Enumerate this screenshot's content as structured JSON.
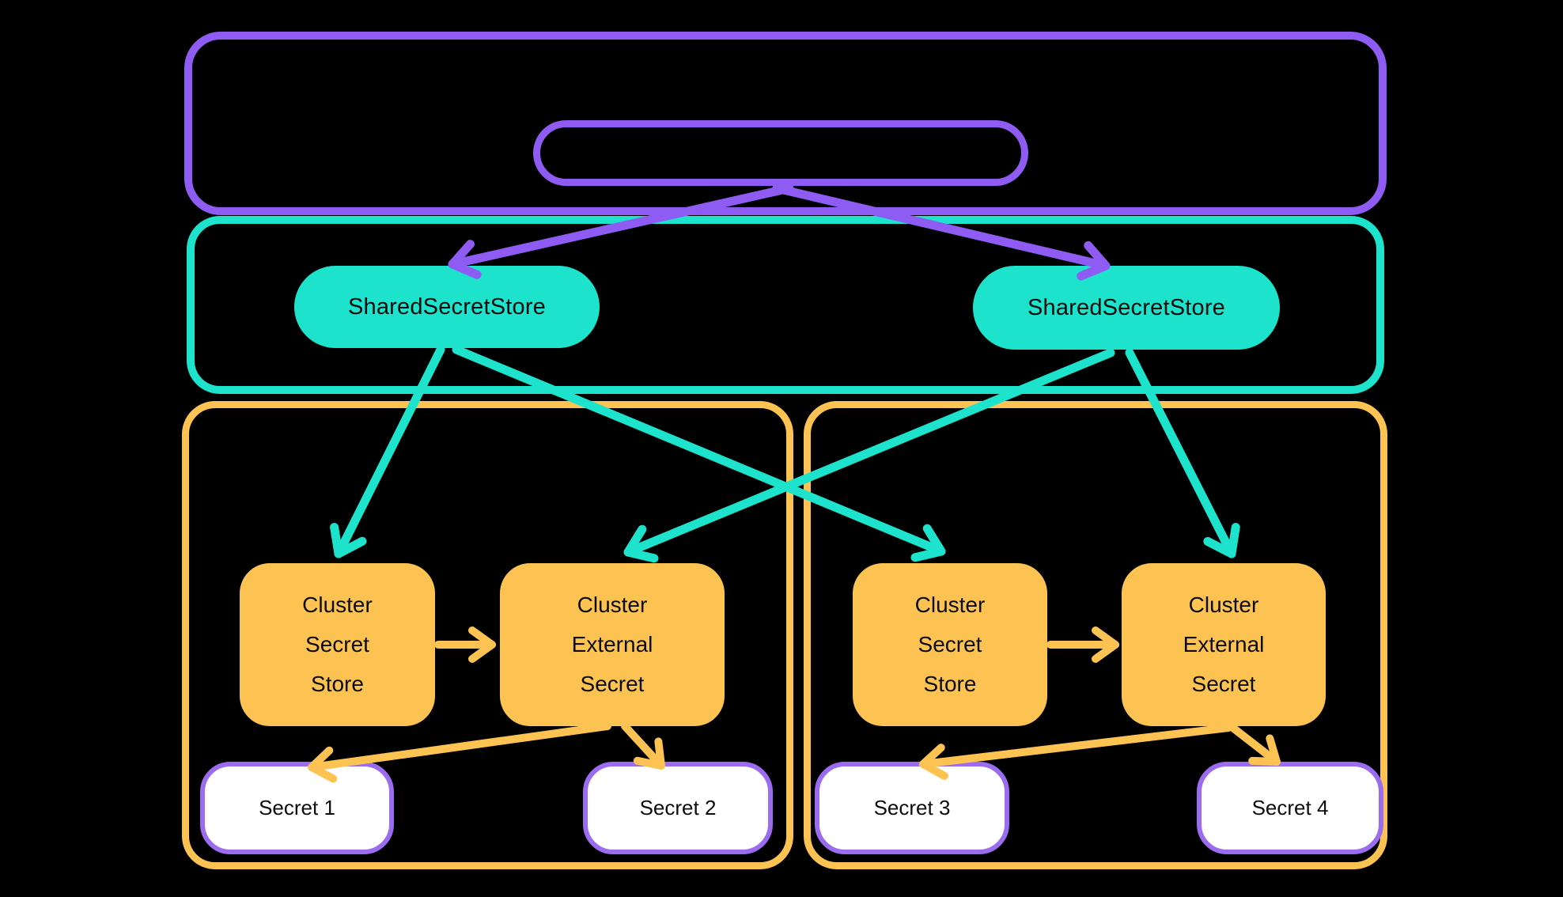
{
  "diagram": {
    "background": "#000000",
    "colors": {
      "purple": "#8F5CF3",
      "purple_light": "#9B6CEF",
      "teal": "#1DE3CD",
      "yellow": "#FCC353",
      "ink": "#0C0C0C",
      "secret_fill": "#FFFFFF"
    },
    "nodes": {
      "shared_store_left": {
        "label": "SharedSecretStore"
      },
      "shared_store_right": {
        "label": "SharedSecretStore"
      },
      "cluster_secret_store_left": {
        "lines": [
          "Cluster",
          "Secret",
          "Store"
        ]
      },
      "cluster_external_secret_left": {
        "lines": [
          "Cluster",
          "External",
          "Secret"
        ]
      },
      "cluster_secret_store_right": {
        "lines": [
          "Cluster",
          "Secret",
          "Store"
        ]
      },
      "cluster_external_secret_right": {
        "lines": [
          "Cluster",
          "External",
          "Secret"
        ]
      },
      "secret1": {
        "label": "Secret 1"
      },
      "secret2": {
        "label": "Secret 2"
      },
      "secret3": {
        "label": "Secret 3"
      },
      "secret4": {
        "label": "Secret 4"
      }
    },
    "edges": [
      {
        "from": "controller-pill",
        "to": "shared_store_left",
        "color": "purple"
      },
      {
        "from": "controller-pill",
        "to": "shared_store_right",
        "color": "purple"
      },
      {
        "from": "shared_store_left",
        "to": "cluster_secret_store_left",
        "color": "teal"
      },
      {
        "from": "shared_store_left",
        "to": "cluster_secret_store_right",
        "color": "teal"
      },
      {
        "from": "shared_store_right",
        "to": "cluster_external_secret_left",
        "color": "teal"
      },
      {
        "from": "shared_store_right",
        "to": "cluster_external_secret_right",
        "color": "teal"
      },
      {
        "from": "cluster_secret_store_left",
        "to": "cluster_external_secret_left",
        "color": "yellow"
      },
      {
        "from": "cluster_secret_store_right",
        "to": "cluster_external_secret_right",
        "color": "yellow"
      },
      {
        "from": "cluster_external_secret_left",
        "to": "secret1",
        "color": "yellow"
      },
      {
        "from": "cluster_external_secret_left",
        "to": "secret2",
        "color": "yellow"
      },
      {
        "from": "cluster_external_secret_right",
        "to": "secret3",
        "color": "yellow"
      },
      {
        "from": "cluster_external_secret_right",
        "to": "secret4",
        "color": "yellow"
      }
    ]
  }
}
